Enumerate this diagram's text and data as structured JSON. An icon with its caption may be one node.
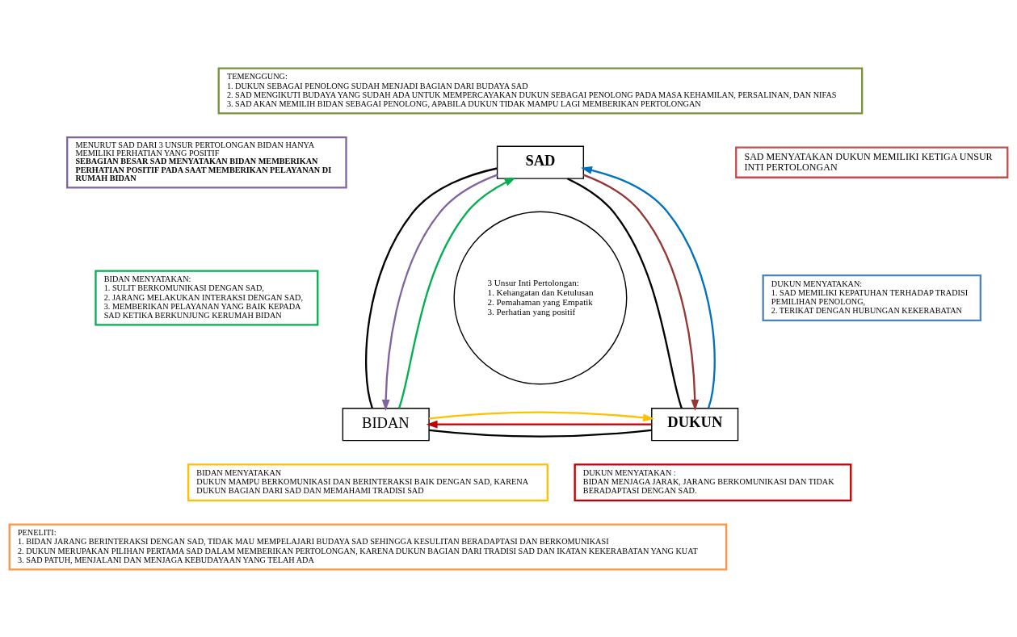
{
  "diagram": {
    "nodes": [
      {
        "text": [
          "TEMENGGUNG:",
          "1. DUKUN SEBAGAI PENOLONG SUDAH MENJADI BAGIAN DARI BUDAYA SAD",
          "2. SAD MENGIKUTI BUDAYA YANG SUDAH ADA UNTUK MEMPERCAYAKAN DUKUN SEBAGAI PENOLONG PADA MASA KEHAMILAN, PERSALINAN, DAN NIFAS",
          "3. SAD AKAN MEMILIH BIDAN SEBAGAI PENOLONG, APABILA DUKUN TIDAK MAMPU LAGI MEMBERIKAN PERTOLONGAN"
        ]
      },
      {
        "text": [
          "MENURUT SAD DARI 3 UNSUR PERTOLONGAN BIDAN HANYA MEMILIKI PERHATIAN YANG POSITIF",
          "SEBAGIAN BESAR SAD MENYATAKAN BIDAN MEMBERIKAN PERHATIAN POSITIF PADA SAAT MEMBERIKAN PELAYANAN DI RUMAH BIDAN"
        ]
      },
      {
        "text": [
          "SAD"
        ]
      },
      {
        "text": [
          "SAD MENYATAKAN DUKUN MEMILIKI KETIGA UNSUR INTI PERTOLONGAN"
        ]
      },
      {
        "text": [
          "BIDAN MENYATAKAN:",
          "1. SULIT BERKOMUNIKASI DENGAN SAD,",
          "2. JARANG MELAKUKAN INTERAKSI DENGAN SAD,",
          "3. MEMBERIKAN PELAYANAN YANG BAIK KEPADA SAD KETIKA BERKUNJUNG KERUMAH BIDAN"
        ]
      },
      {
        "text": [
          "3 Unsur Inti Pertolongan:",
          "1. Kehangatan dan Ketulusan",
          "2. Pemahaman yang Empatik",
          "3. Perhatian yang positif"
        ]
      },
      {
        "text": [
          "DUKUN MENYATAKAN:",
          "1. SAD MEMILIKI KEPATUHAN TERHADAP TRADISI PEMILIHAN PENOLONG,",
          "2. TERIKAT DENGAN HUBUNGAN KEKERABATAN"
        ]
      },
      {
        "text": [
          "BIDAN"
        ]
      },
      {
        "text": [
          "DUKUN"
        ]
      },
      {
        "text": [
          "BIDAN MENYATAKAN",
          "DUKUN MAMPU BERKOMUNIKASI DAN BERINTERAKSI BAIK DENGAN SAD, KARENA DUKUN BAGIAN DARI SAD DAN MEMAHAMI TRADISI SAD"
        ]
      },
      {
        "text": [
          "DUKUN MENYATAKAN :",
          "BIDAN MENJAGA JARAK, JARANG BERKOMUNIKASI DAN TIDAK BERADAPTASI DENGAN SAD."
        ]
      },
      {
        "text": [
          "PENELITI:",
          "1. BIDAN JARANG BERINTERAKSI DENGAN SAD, TIDAK MAU MEMPELAJARI BUDAYA SAD SEHINGGA KESULITAN BERADAPTASI DAN BERKOMUNIKASI",
          "2. DUKUN MERUPAKAN PILIHAN PERTAMA SAD DALAM MEMBERIKAN PERTOLONGAN, KARENA DUKUN BAGIAN DARI TRADISI SAD DAN IKATAN KEKERABATAN YANG KUAT",
          "3. SAD PATUH, MENJALANI DAN MENJAGA KEBUDAYAAN YANG TELAH ADA"
        ]
      }
    ],
    "edges": [
      {
        "from": 2,
        "to": 7,
        "arrow": "none"
      },
      {
        "from": 2,
        "to": 8,
        "arrow": "none"
      },
      {
        "from": 7,
        "to": 8,
        "arrow": "none"
      },
      {
        "from": 2,
        "to": 7,
        "arrow": "to",
        "color": "#8064a2"
      },
      {
        "from": 7,
        "to": 2,
        "arrow": "to",
        "color": "#00b050"
      },
      {
        "from": 2,
        "to": 8,
        "arrow": "to",
        "color": "#953735"
      },
      {
        "from": 8,
        "to": 2,
        "arrow": "to",
        "color": "#0070c0"
      },
      {
        "from": 8,
        "to": 7,
        "arrow": "to",
        "color": "#c00000"
      },
      {
        "from": 7,
        "to": 8,
        "arrow": "to",
        "color": "#ffc000"
      }
    ]
  }
}
